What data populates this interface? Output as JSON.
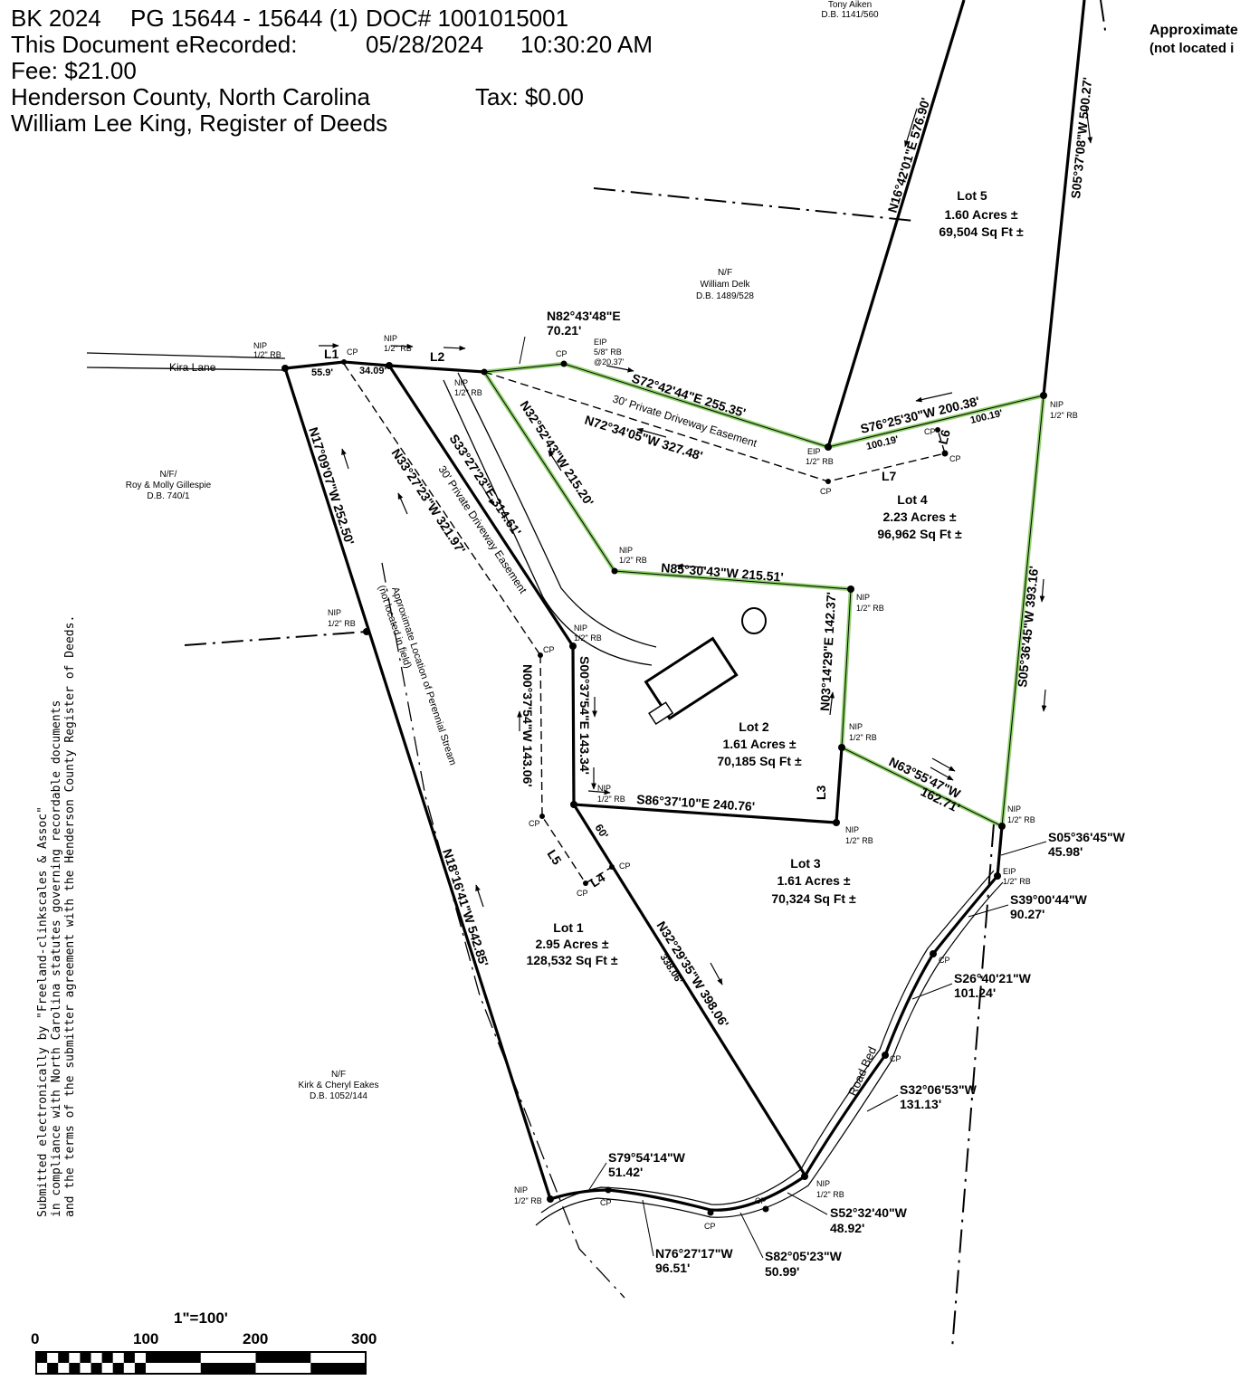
{
  "header": {
    "line1_a": "BK 2024",
    "line1_b": "PG 15644 - 15644 (1)",
    "line1_c": "DOC# 1001015001",
    "line2_a": "This Document eRecorded:",
    "line2_b": "05/28/2024",
    "line2_c": "10:30:20 AM",
    "line3": "Fee: $21.00",
    "line4_a": "Henderson County, North Carolina",
    "line4_b": "Tax: $0.00",
    "line5": "William Lee King, Register of Deeds"
  },
  "top_right": {
    "line1": "Approximate",
    "line2": "(not located i"
  },
  "submission_note": {
    "line1": "Submitted electronically by \"Freeland-clinkscales & Assoc\"",
    "line2": "in compliance with North Carolina statutes governing recordable documents",
    "line3": "and the terms of the submitter agreement with the Henderson County Register of Deeds."
  },
  "owners": {
    "tony_name": "Tony Aiken",
    "tony_db": "D.B. 1141/560",
    "delk_nf": "N/F",
    "delk_name": "William Delk",
    "delk_db": "D.B. 1489/528",
    "gill_nf": "N/F/",
    "gill_name": "Roy & Molly Gillespie",
    "gill_db": "D.B. 740/1",
    "eakes_nf": "N/F",
    "eakes_name": "Kirk & Cheryl Eakes",
    "eakes_db": "D.B. 1052/144"
  },
  "lots": {
    "lot1": {
      "name": "Lot 1",
      "acres": "2.95 Acres ±",
      "sqft": "128,532 Sq Ft ±"
    },
    "lot2": {
      "name": "Lot 2",
      "acres": "1.61 Acres ±",
      "sqft": "70,185 Sq Ft ±"
    },
    "lot3": {
      "name": "Lot 3",
      "acres": "1.61 Acres ±",
      "sqft": "70,324 Sq Ft ±"
    },
    "lot4": {
      "name": "Lot 4",
      "acres": "2.23 Acres ±",
      "sqft": "96,962 Sq Ft ±"
    },
    "lot5": {
      "name": "Lot 5",
      "acres": "1.60 Acres ±",
      "sqft": "69,504 Sq Ft ±"
    }
  },
  "bearings": {
    "n16_42": "N16°42'01\"E   576.90'",
    "s05_37": "S05°37'08\"W   500.27'",
    "n82_b": "N82°43'48\"E",
    "n82_d": "70.21'",
    "s72": "S72°42'44\"E   255.35'",
    "n72": "N72°34'05\"W   327.48'",
    "s76": "S76°25'30\"W   200.38'",
    "d100_1": "100.19'",
    "d100_2": "100.19'",
    "n17": "N17°09'07\"W   252.50'",
    "n33": "N33°27'23\"W   321.97'",
    "s33": "S33°27'23\"E   314.61'",
    "n32_52": "N32°52'43\"W   215.20'",
    "n85": "N85°30'43\"W   215.51'",
    "n03": "N03°14'29\"E   142.37'",
    "s05_36": "S05°36'45\"W   393.16'",
    "s00": "S00°37'54\"E   143.34'",
    "n00": "N00°37'54\"W   143.06'",
    "n63": "N63°55'47\"W",
    "n63_d": "162.71'",
    "s86": "S86°37'10\"E   240.76'",
    "n18": "N18°16'41\"W   542.85'",
    "n32_29": "N32°29'35\"W   398.06'",
    "d338": "338.06'",
    "d60": "60'",
    "d55": "55.9'",
    "d34": "34.09'",
    "s05_b": "S05°36'45\"W",
    "s05_d": "45.98'",
    "s39_b": "S39°00'44\"W",
    "s39_d": "90.27'",
    "s26_b": "S26°40'21\"W",
    "s26_d": "101.24'",
    "s32_b": "S32°06'53\"W",
    "s32_d": "131.13'",
    "s52_b": "S52°32'40\"W",
    "s52_d": "48.92'",
    "s82_b": "S82°05'23\"W",
    "s82_d": "50.99'",
    "n76_b": "N76°27'17\"W",
    "n76_d": "96.51'",
    "s79_b": "S79°54'14\"W",
    "s79_d": "51.42'"
  },
  "labels": {
    "kira_lane": "Kira Lane",
    "easement_1": "30' Private Driveway Easement",
    "easement_2": "30' Private Driveway Easement",
    "stream_1": "Approximate Location of Perennial Stream",
    "stream_2": "(not located in field)",
    "road_bed": "Road Bed",
    "l1": "L1",
    "l2": "L2",
    "l3": "L3",
    "l4": "L4",
    "l5": "L5",
    "l6": "L6",
    "l7": "L7",
    "nip": "NIP",
    "half_rb": "1/2\" RB",
    "eip": "EIP",
    "cp": "CP",
    "eip_58": "5/8\" RB",
    "eip_at": "@20.37'"
  },
  "scale": {
    "ratio": "1\"=100'",
    "t0": "0",
    "t100": "100",
    "t200": "200",
    "t300": "300"
  },
  "colors": {
    "highlight": "#92d36e",
    "line": "#000000"
  }
}
